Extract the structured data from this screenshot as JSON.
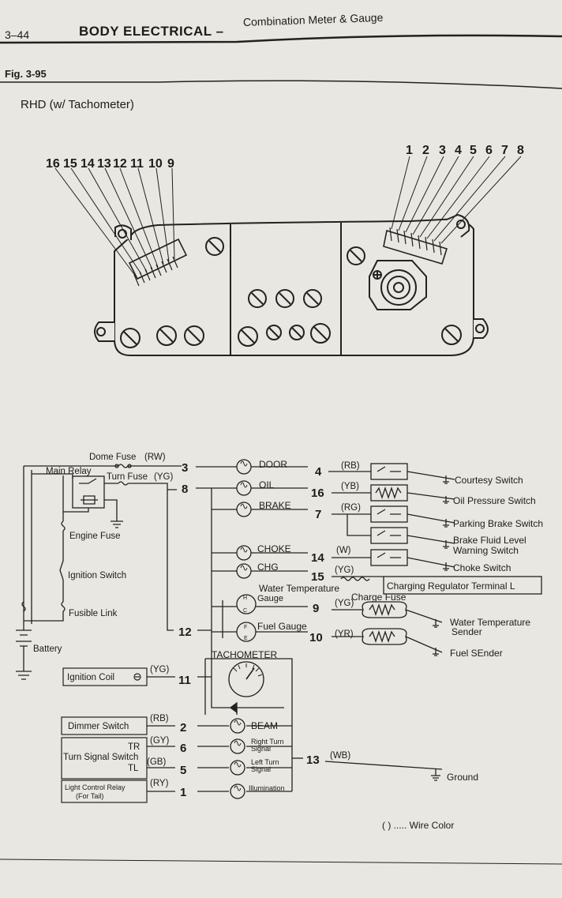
{
  "header": {
    "page_number": "3–44",
    "section_title": "BODY ELECTRICAL",
    "dash": "–",
    "subsection": "Combination Meter & Gauge"
  },
  "figure": {
    "number": "Fig. 3-95",
    "title": "RHD (w/ Tachometer)"
  },
  "connector_pins": {
    "left": [
      "16",
      "15",
      "14",
      "13",
      "12",
      "11",
      "10",
      "9"
    ],
    "right": [
      "1",
      "2",
      "3",
      "4",
      "5",
      "6",
      "7",
      "8"
    ]
  },
  "schematic": {
    "left_labels": {
      "dome_fuse": "Dome Fuse",
      "dome_fuse_color": "(RW)",
      "main_relay": "Main Relay",
      "turn_fuse": "Turn Fuse",
      "turn_fuse_color": "(YG)",
      "engine_fuse": "Engine Fuse",
      "ignition_switch": "Ignition Switch",
      "fusible_link": "Fusible Link",
      "battery": "Battery",
      "ignition_coil": "Ignition Coil",
      "ignition_coil_color": "(YG)",
      "dimmer_switch": "Dimmer Switch",
      "dimmer_color": "(RB)",
      "turn_signal_switch": "Turn Signal Switch",
      "tr": "TR",
      "tl": "TL",
      "tr_color": "(GY)",
      "tl_color": "(GB)",
      "light_control_relay": "Light Control Relay",
      "for_tail": "(For Tail)",
      "light_relay_color": "(RY)"
    },
    "terminals": {
      "t3": "3",
      "t8": "8",
      "t12": "12",
      "t11": "11",
      "t2": "2",
      "t6": "6",
      "t5": "5",
      "t1": "1",
      "t4": "4",
      "t16": "16",
      "t7": "7",
      "t14": "14",
      "t15": "15",
      "t9": "9",
      "t10": "10",
      "t13": "13"
    },
    "meter_labels": {
      "door": "DOOR",
      "oil": "OIL",
      "brake": "BRAKE",
      "choke": "CHOKE",
      "chg": "CHG",
      "water_temp": "Water Temperature",
      "gauge": "Gauge",
      "charge_fuse": "Charge Fuse",
      "fuel_gauge": "Fuel Gauge",
      "tachometer": "TACHOMETER",
      "beam": "BEAM",
      "right_turn": "Right Turn",
      "right_signal": "Signal",
      "left_turn": "Left Turn",
      "left_signal": "Signal",
      "illumination": "Illumination",
      "h": "H",
      "c": "C",
      "f": "F",
      "e": "E"
    },
    "wire_colors": {
      "rb": "(RB)",
      "yb": "(YB)",
      "rg": "(RG)",
      "w": "(W)",
      "yg15": "(YG)",
      "yg9": "(YG)",
      "yr": "(YR)",
      "wb": "(WB)"
    },
    "right_labels": {
      "courtesy_switch": "Courtesy Switch",
      "oil_pressure_switch": "Oil Pressure Switch",
      "parking_brake_switch": "Parking Brake Switch",
      "brake_fluid_1": "Brake Fluid Level",
      "brake_fluid_2": "Warning Switch",
      "choke_switch": "Choke Switch",
      "charging_regulator": "Charging Regulator Terminal  L",
      "water_temp_sender_1": "Water Temperature",
      "water_temp_sender_2": "Sender",
      "fuel_sender": "Fuel SEnder",
      "ground": "Ground"
    },
    "legend": "(    ) ..... Wire Color"
  }
}
